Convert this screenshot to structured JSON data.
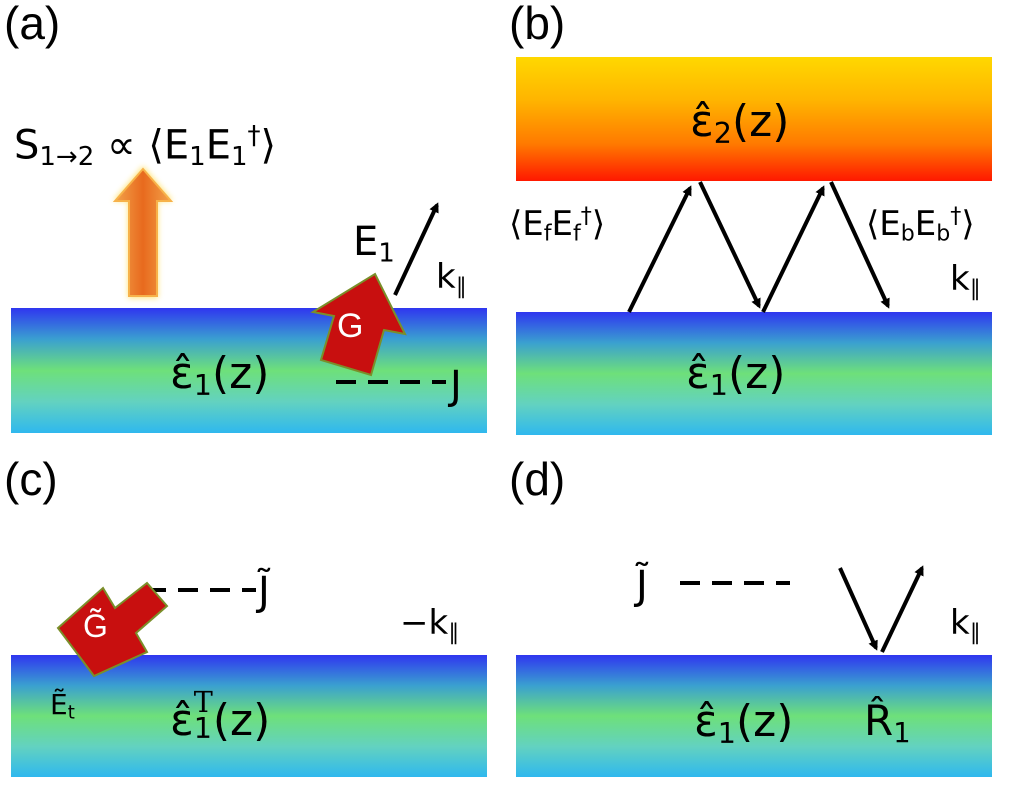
{
  "panels": {
    "a": {
      "label": "(a)",
      "flux": {
        "base": "S",
        "sub": "1→2",
        "prop": "∝",
        "open": "⟨",
        "e1": "E",
        "e1_sub": "1",
        "e2": "E",
        "e2_sub": "1",
        "e2_sup": "†",
        "close": "⟩"
      },
      "field": {
        "base": "E",
        "sub": "1"
      },
      "k": {
        "base": "k",
        "sub": "∥"
      },
      "green": "G",
      "source": "J",
      "medium": {
        "base": "ε̂",
        "sub": "1",
        "arg": "(z)"
      }
    },
    "b": {
      "label": "(b)",
      "top_medium": {
        "base": "ε̂",
        "sub": "2",
        "arg": "(z)"
      },
      "bottom_medium": {
        "base": "ε̂",
        "sub": "1",
        "arg": "(z)"
      },
      "forward": {
        "open": "⟨",
        "e1": "E",
        "e1_sub": "f",
        "e2": "E",
        "e2_sub": "f",
        "e2_sup": "†",
        "close": "⟩"
      },
      "backward": {
        "open": "⟨",
        "e1": "E",
        "e1_sub": "b",
        "e2": "E",
        "e2_sub": "b",
        "e2_sup": "†",
        "close": "⟩"
      },
      "k": {
        "base": "k",
        "sub": "∥"
      }
    },
    "c": {
      "label": "(c)",
      "source": "J̃",
      "k": {
        "base": "−k",
        "sub": "∥"
      },
      "green": "G̃",
      "field": {
        "base": "Ẽ",
        "sub": "t"
      },
      "medium": {
        "base": "ε̂",
        "sub": "1",
        "sup": "T",
        "arg": "(z)"
      }
    },
    "d": {
      "label": "(d)",
      "source": "J̃",
      "k": {
        "base": "k",
        "sub": "∥"
      },
      "medium": {
        "base": "ε̂",
        "sub": "1",
        "arg": "(z)"
      },
      "reflection": {
        "base": "R̂",
        "sub": "1"
      }
    }
  },
  "colors": {
    "slab_top": "#2f36f0",
    "slab_mid": "#6ee07a",
    "slab_bottom": "#2fb8ee",
    "warm_top": "#ffd800",
    "warm_bottom": "#ff1800",
    "green_arrow": "#d40000",
    "flux_arrow": "#f07a2a"
  },
  "icons": [
    "flux-arrow-icon",
    "green-function-arrow-icon",
    "wave-vector-arrow-icon",
    "source-dashed-line-icon"
  ]
}
